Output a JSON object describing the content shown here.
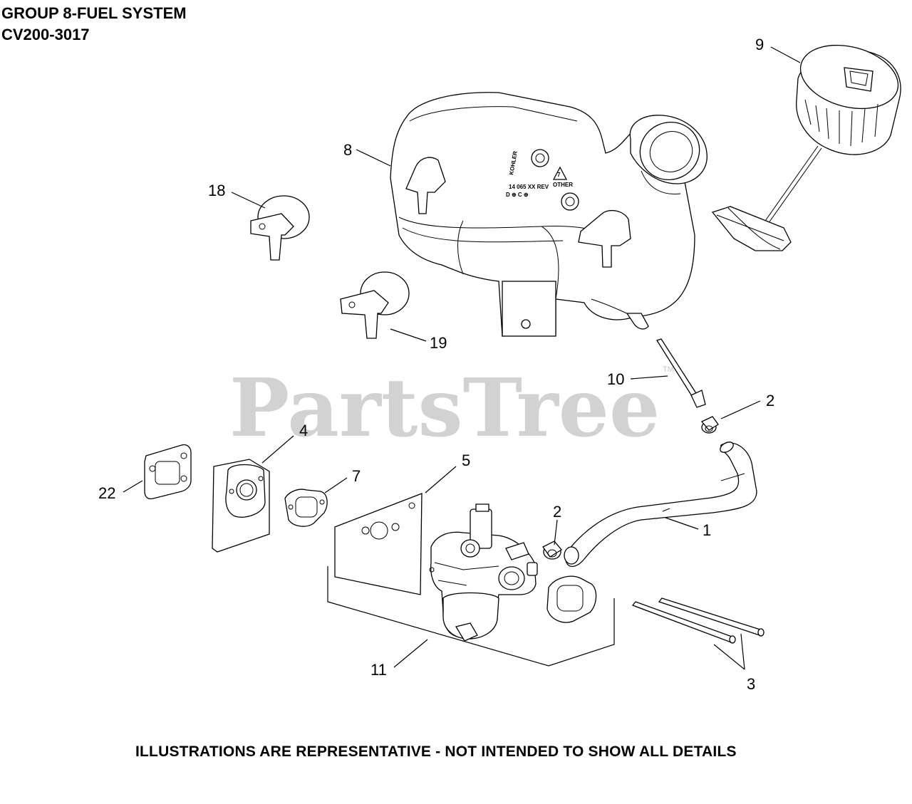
{
  "header": {
    "group_title": "GROUP 8-FUEL SYSTEM",
    "model": "CV200-3017"
  },
  "watermark": {
    "text": "PartsTree",
    "mark": "TM"
  },
  "footer": {
    "disclaimer": "ILLUSTRATIONS ARE REPRESENTATIVE - NOT INTENDED TO SHOW ALL DETAILS"
  },
  "tank_label": {
    "brand": "KOHLER",
    "part_number": "14 065 XX REV",
    "date_codes": "D ⊕     C ⊕",
    "recycle_text": "OTHER",
    "recycle_number": "7"
  },
  "callouts": [
    {
      "id": "c1",
      "label": "1"
    },
    {
      "id": "c2a",
      "label": "2"
    },
    {
      "id": "c2b",
      "label": "2"
    },
    {
      "id": "c3",
      "label": "3"
    },
    {
      "id": "c4",
      "label": "4"
    },
    {
      "id": "c5",
      "label": "5"
    },
    {
      "id": "c7",
      "label": "7"
    },
    {
      "id": "c8",
      "label": "8"
    },
    {
      "id": "c9",
      "label": "9"
    },
    {
      "id": "c10",
      "label": "10"
    },
    {
      "id": "c11",
      "label": "11"
    },
    {
      "id": "c18",
      "label": "18"
    },
    {
      "id": "c19",
      "label": "19"
    },
    {
      "id": "c22",
      "label": "22"
    }
  ]
}
